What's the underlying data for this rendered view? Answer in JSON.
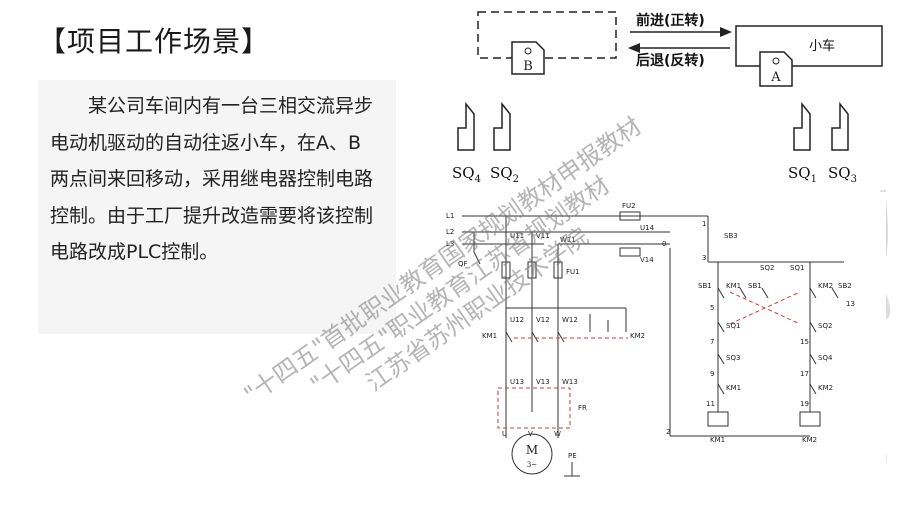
{
  "slide": {
    "title": "【项目工作场景】",
    "body": "某公司车间内有一台三相交流异步电动机驱动的自动往返小车，在A、B两点间来回移动，采用继电器控制电路控制。由于工厂提升改造需要将该控制电路改成PLC控制。"
  },
  "top_diagram": {
    "forward_label": "前进(正转)",
    "backward_label": "后退(反转)",
    "cart_label": "小车",
    "point_a": "A",
    "point_b": "B",
    "switches": [
      {
        "base": "SQ",
        "sub": "4"
      },
      {
        "base": "SQ",
        "sub": "2"
      },
      {
        "base": "SQ",
        "sub": "1"
      },
      {
        "base": "SQ",
        "sub": "3"
      }
    ]
  },
  "circuit": {
    "phase_labels": [
      "L1",
      "L2",
      "L3"
    ],
    "fuse_labels": [
      "FU2",
      "FU1"
    ],
    "node_labels": [
      "U14",
      "V14",
      "W11",
      "U11",
      "V11"
    ],
    "switch_qf": "QF",
    "contact_labels": [
      "KM1",
      "KM2",
      "FR"
    ],
    "terminal_labels": [
      "U12",
      "V12",
      "W12",
      "U13",
      "V13",
      "W13",
      "U",
      "V",
      "W"
    ],
    "motor_label": "M",
    "motor_sub": "3~",
    "pe_label": "PE",
    "control_labels": [
      "SB3",
      "SB1",
      "KM1",
      "SB1",
      "SQ2",
      "SQ1",
      "KM2",
      "SB2",
      "SQ1",
      "SQ2",
      "SQ3",
      "SQ4",
      "KM1",
      "KM2",
      "KM1",
      "KM2"
    ],
    "wire_numbers": [
      "1",
      "2",
      "3",
      "5",
      "7",
      "9",
      "11",
      "13",
      "15",
      "17",
      "19",
      "0"
    ]
  },
  "watermark": {
    "lines": [
      "\"十四五\"首批职业教育国家规划教材申报教材",
      "\"十四五\"职业教育江苏省规划教材",
      "江苏省苏州职业技术学院"
    ]
  }
}
